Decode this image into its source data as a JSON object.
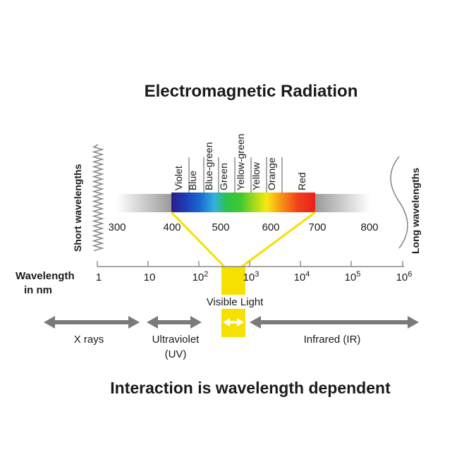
{
  "title": "Electromagnetic Radiation",
  "subtitle": "Interaction is wavelength dependent",
  "short_label": "Short wavelengths",
  "long_label": "Long wavelengths",
  "axis_label_line1": "Wavelength",
  "axis_label_line2": "in nm",
  "visible_label": "Visible Light",
  "color_bands": [
    {
      "name": "Violet",
      "color": "#2a1c8c"
    },
    {
      "name": "Blue",
      "color": "#1a57c8"
    },
    {
      "name": "Blue-green",
      "color": "#33b2e0"
    },
    {
      "name": "Green",
      "color": "#3ec832"
    },
    {
      "name": "Yellow-green",
      "color": "#a6dc1e"
    },
    {
      "name": "Yellow",
      "color": "#f6ea10"
    },
    {
      "name": "Orange",
      "color": "#f89614"
    },
    {
      "name": "Red",
      "color": "#e8201c"
    }
  ],
  "nm_ticks": [
    "300",
    "400",
    "500",
    "600",
    "700",
    "800"
  ],
  "log_ticks": [
    {
      "base": "1",
      "exp": ""
    },
    {
      "base": "10",
      "exp": ""
    },
    {
      "base": "10",
      "exp": "2"
    },
    {
      "base": "10",
      "exp": "3"
    },
    {
      "base": "10",
      "exp": "4"
    },
    {
      "base": "10",
      "exp": "5"
    },
    {
      "base": "10",
      "exp": "6"
    }
  ],
  "regions": [
    {
      "label_line1": "X rays",
      "label_line2": ""
    },
    {
      "label_line1": "Ultraviolet",
      "label_line2": "(UV)"
    },
    {
      "label_line1": "Infrared (IR)",
      "label_line2": ""
    }
  ],
  "colors": {
    "highlight": "#f5e000",
    "arrow": "#7a7a7a",
    "wave": "#8a8a8a",
    "axis": "#888888"
  }
}
